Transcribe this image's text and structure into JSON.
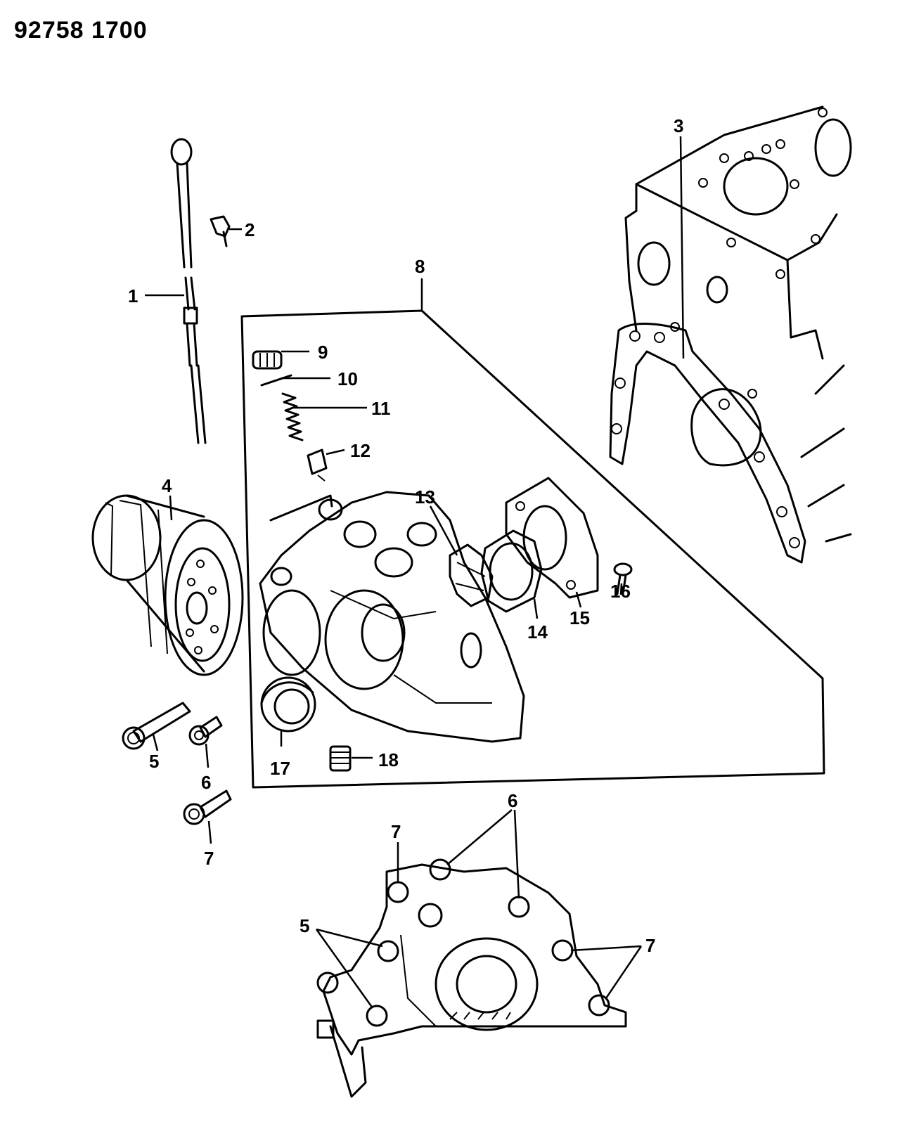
{
  "document_number": "92758 1700",
  "callouts": {
    "c1": "1",
    "c2": "2",
    "c3": "3",
    "c4": "4",
    "c5": "5",
    "c6": "6",
    "c7": "7",
    "c8": "8",
    "c9": "9",
    "c10": "10",
    "c11": "11",
    "c12": "12",
    "c13": "13",
    "c14": "14",
    "c15": "15",
    "c16": "16",
    "c17": "17",
    "c18": "18",
    "c5b": "5",
    "c6b": "6",
    "c7b": "7",
    "c7c": "7"
  },
  "colors": {
    "ink": "#000000",
    "paper": "#ffffff"
  }
}
